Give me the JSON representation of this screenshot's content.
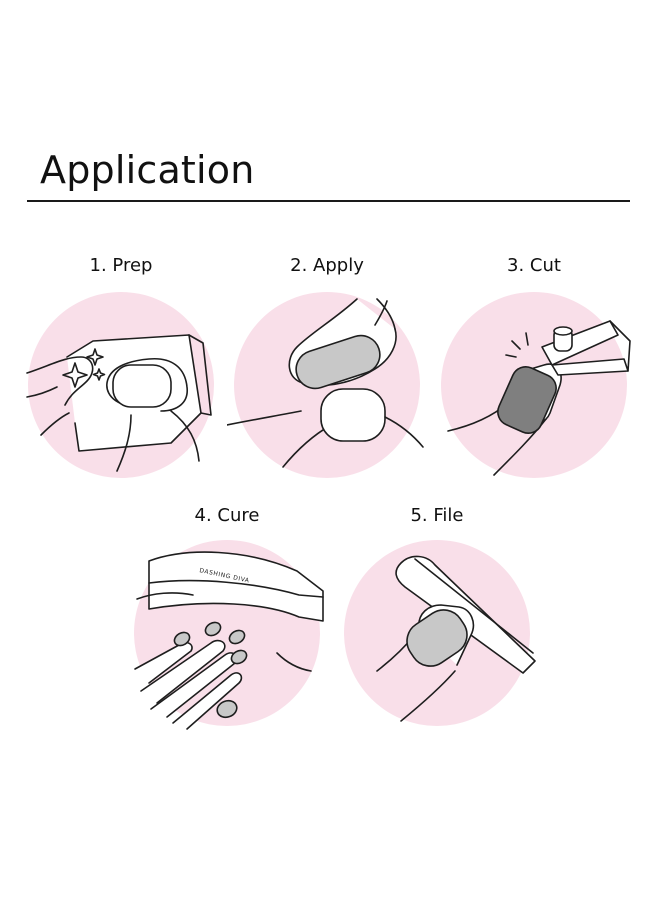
{
  "page": {
    "title": "Application"
  },
  "colors": {
    "circle_fill": "#f9dfe9",
    "line": "#1e1e1e",
    "nail_fill": "#c8c8c8",
    "background": "#ffffff"
  },
  "steps": [
    {
      "label": "1. Prep",
      "icon": "prep-wipe-icon"
    },
    {
      "label": "2. Apply",
      "icon": "apply-nail-icon"
    },
    {
      "label": "3. Cut",
      "icon": "cut-clipper-icon"
    },
    {
      "label": "4. Cure",
      "icon": "cure-lamp-icon"
    },
    {
      "label": "5. File",
      "icon": "file-nail-icon"
    }
  ],
  "cure_lamp_brand": "DASHING DIVA"
}
